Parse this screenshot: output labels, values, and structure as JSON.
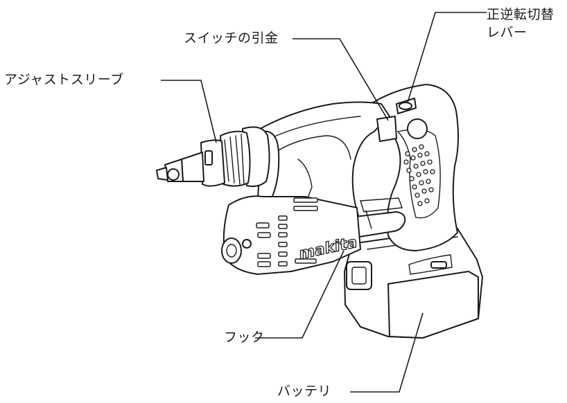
{
  "labels": {
    "reverse_switch_line1": "正逆転切替",
    "reverse_switch_line2": "レバー",
    "switch_trigger": "スイッチの引金",
    "adjust_sleeve": "アジャストスリーブ",
    "hook": "フック",
    "battery": "バッテリ"
  },
  "brand": {
    "logo_text": "makita"
  },
  "colors": {
    "line": "#1a1a1a",
    "background": "#ffffff"
  }
}
